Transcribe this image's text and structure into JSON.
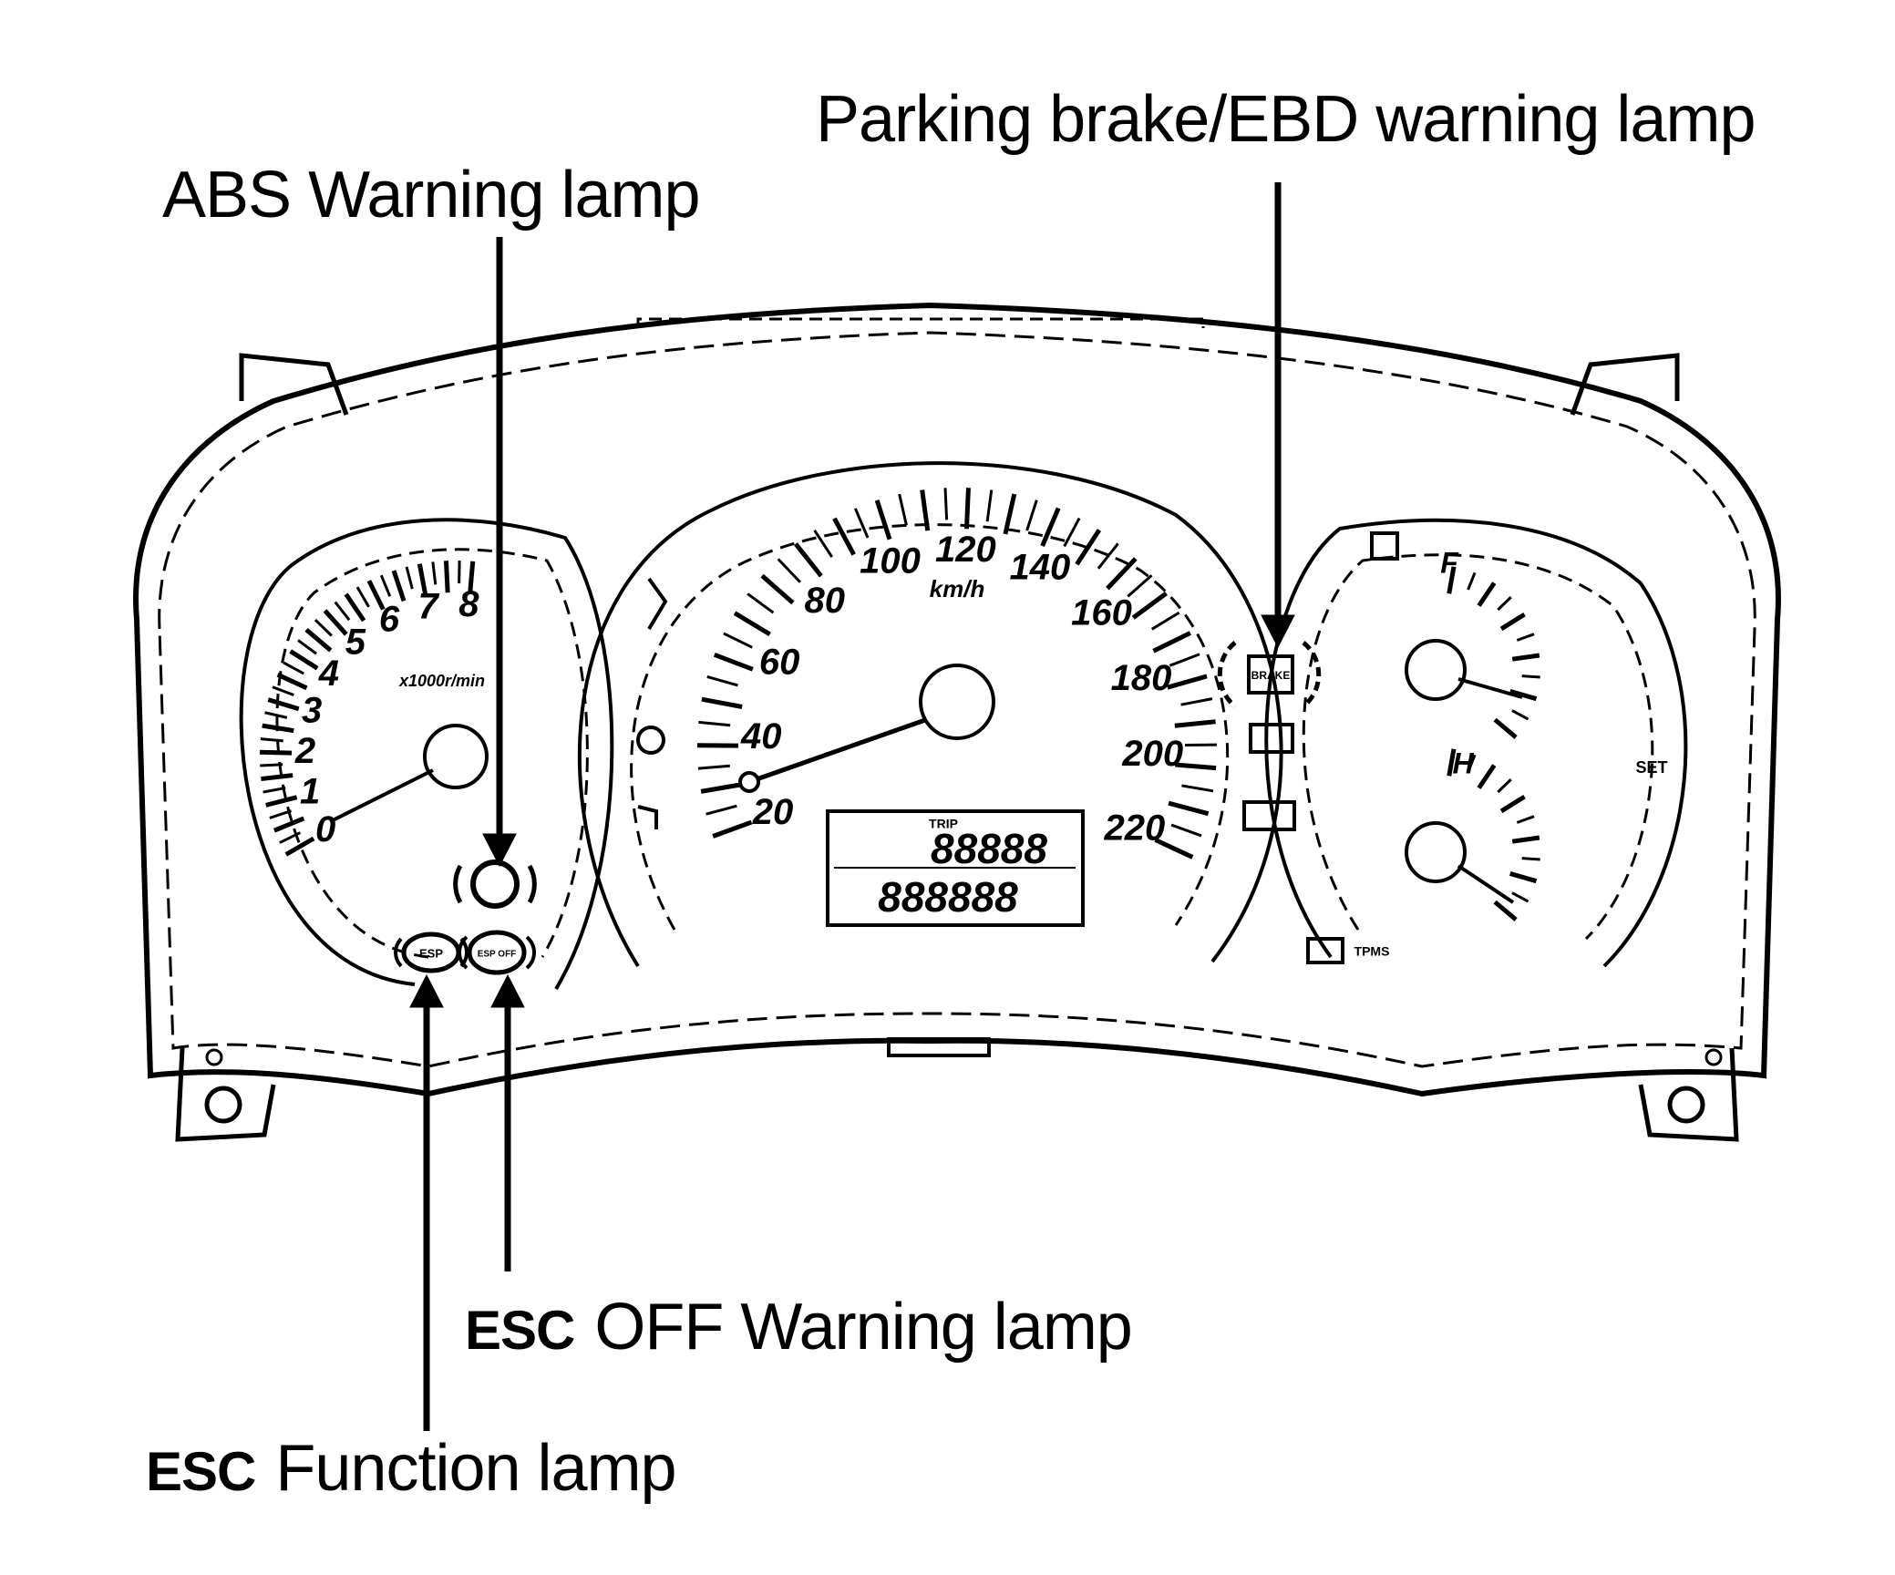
{
  "callouts": {
    "parking_brake": "Parking brake/EBD warning lamp",
    "abs": "ABS Warning lamp",
    "esc_off_prefix": "ESC",
    "esc_off_rest": "OFF Warning lamp",
    "esc_function_prefix": "ESC",
    "esc_function_rest": "Function lamp"
  },
  "tachometer": {
    "labels": [
      "0",
      "1",
      "2",
      "3",
      "4",
      "5",
      "6",
      "7",
      "8"
    ],
    "unit": "x1000r/min"
  },
  "speedometer": {
    "labels": [
      "20",
      "40",
      "60",
      "80",
      "100",
      "120",
      "140",
      "160",
      "180",
      "200",
      "220"
    ],
    "unit": "km/h"
  },
  "fuel_gauge": {
    "full": "F"
  },
  "temp_gauge": {
    "hot": "H"
  },
  "lcd": {
    "row1": "88888",
    "row2": "888888",
    "trip": "TRIP"
  },
  "indicators": {
    "esp": "ESP",
    "esc_off": "ESP OFF",
    "brake": "BRAKE",
    "tpms": "TPMS",
    "cruise": "SET"
  },
  "colors": {
    "ink": "#000000",
    "paper": "#ffffff"
  }
}
